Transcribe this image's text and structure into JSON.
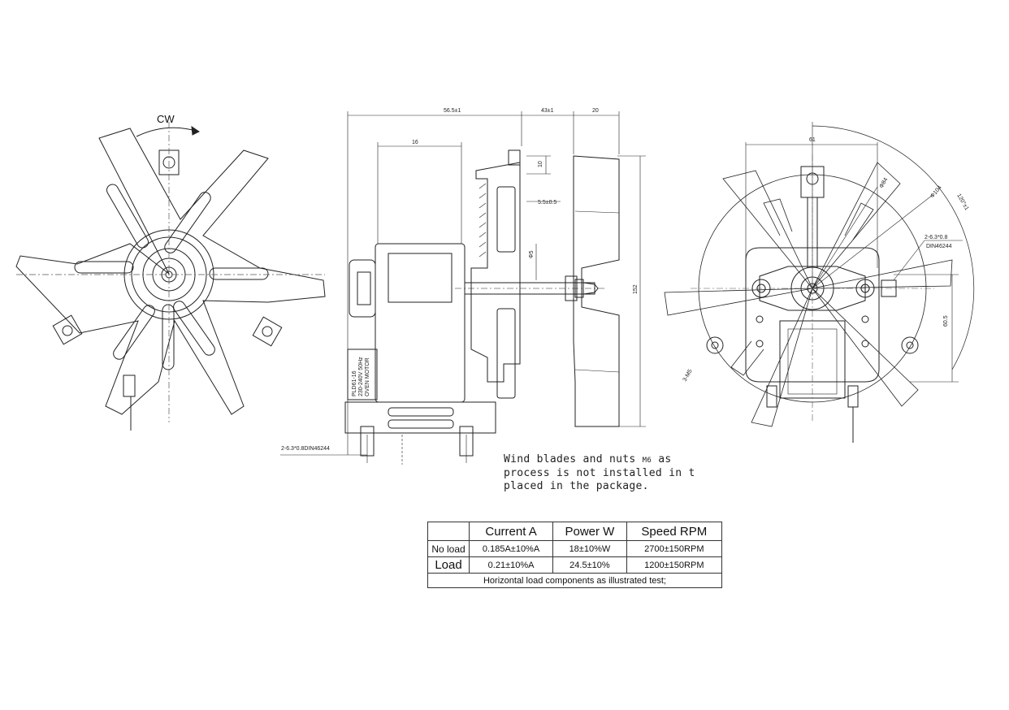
{
  "left_view": {
    "rotation_label": "CW"
  },
  "side_view": {
    "dims": {
      "overall": "56.5±1",
      "shaft": "43±1",
      "blade_depth": "20",
      "body": "16",
      "small_a": "10",
      "small_b": "5.5±0.5",
      "shaft_dia": "Φ5",
      "height": "152"
    },
    "terminal_note": "2-6.3*0.8DIN46244",
    "label_text": [
      "PLD61-16",
      "230-240V 50Hz",
      "OVEN MOTOR"
    ]
  },
  "right_view": {
    "dims": {
      "width": "61",
      "d84": "Φ84",
      "d104": "Φ104",
      "angle": "120°±1",
      "terminal": "2-6.3*0.8",
      "din": "DIN46244",
      "height": "60.5",
      "mount": "3-M5"
    }
  },
  "note": {
    "line1_pre": "Wind blades and nuts ",
    "line1_small": "M6",
    "line1_post": " as",
    "line2": "process is not installed in t",
    "line3": "placed in the package."
  },
  "spec_table": {
    "headers": [
      "",
      "Current A",
      "Power W",
      "Speed RPM"
    ],
    "rows": [
      [
        "No load",
        "0.185A±10%A",
        "18±10%W",
        "2700±150RPM"
      ],
      [
        "Load",
        "0.21±10%A",
        "24.5±10%",
        "1200±150RPM"
      ]
    ],
    "footnote": "Horizontal load components as illustrated test;"
  }
}
